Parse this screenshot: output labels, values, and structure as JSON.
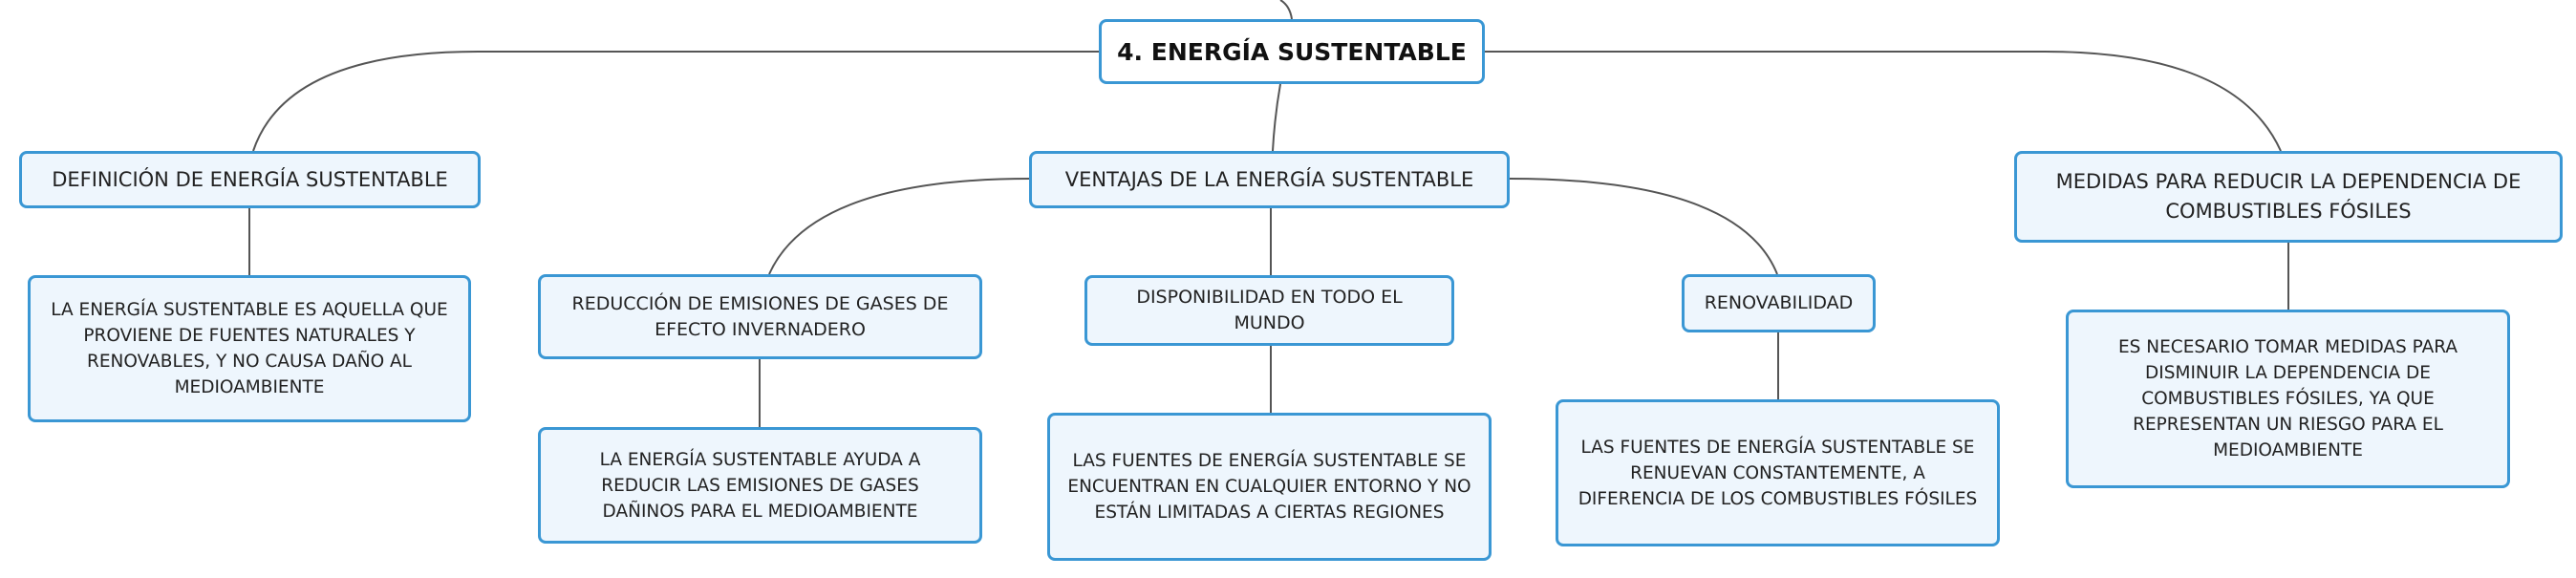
{
  "colors": {
    "border": "#3a97d4",
    "fill": "#eef6fd",
    "line": "#555555"
  },
  "root": {
    "label": "4. ENERGÍA SUSTENTABLE"
  },
  "branches": [
    {
      "label": "DEFINICIÓN DE ENERGÍA SUSTENTABLE",
      "detail": "LA ENERGÍA SUSTENTABLE ES AQUELLA QUE PROVIENE DE FUENTES NATURALES Y RENOVABLES, Y NO CAUSA DAÑO AL MEDIOAMBIENTE"
    },
    {
      "label": "VENTAJAS DE LA ENERGÍA SUSTENTABLE",
      "children": [
        {
          "label": "REDUCCIÓN DE EMISIONES DE GASES DE EFECTO INVERNADERO",
          "detail": "LA ENERGÍA SUSTENTABLE AYUDA A REDUCIR LAS EMISIONES DE GASES DAÑINOS PARA EL MEDIOAMBIENTE"
        },
        {
          "label": "DISPONIBILIDAD EN TODO EL MUNDO",
          "detail": "LAS FUENTES DE ENERGÍA SUSTENTABLE SE ENCUENTRAN EN CUALQUIER ENTORNO Y NO ESTÁN LIMITADAS A CIERTAS REGIONES"
        },
        {
          "label": "RENOVABILIDAD",
          "detail": "LAS FUENTES DE ENERGÍA SUSTENTABLE SE RENUEVAN CONSTANTEMENTE, A DIFERENCIA DE LOS COMBUSTIBLES FÓSILES"
        }
      ]
    },
    {
      "label": "MEDIDAS PARA REDUCIR LA DEPENDENCIA DE COMBUSTIBLES FÓSILES",
      "detail": "ES NECESARIO TOMAR MEDIDAS PARA DISMINUIR LA DEPENDENCIA DE COMBUSTIBLES FÓSILES, YA QUE REPRESENTAN UN RIESGO PARA EL MEDIOAMBIENTE"
    }
  ]
}
